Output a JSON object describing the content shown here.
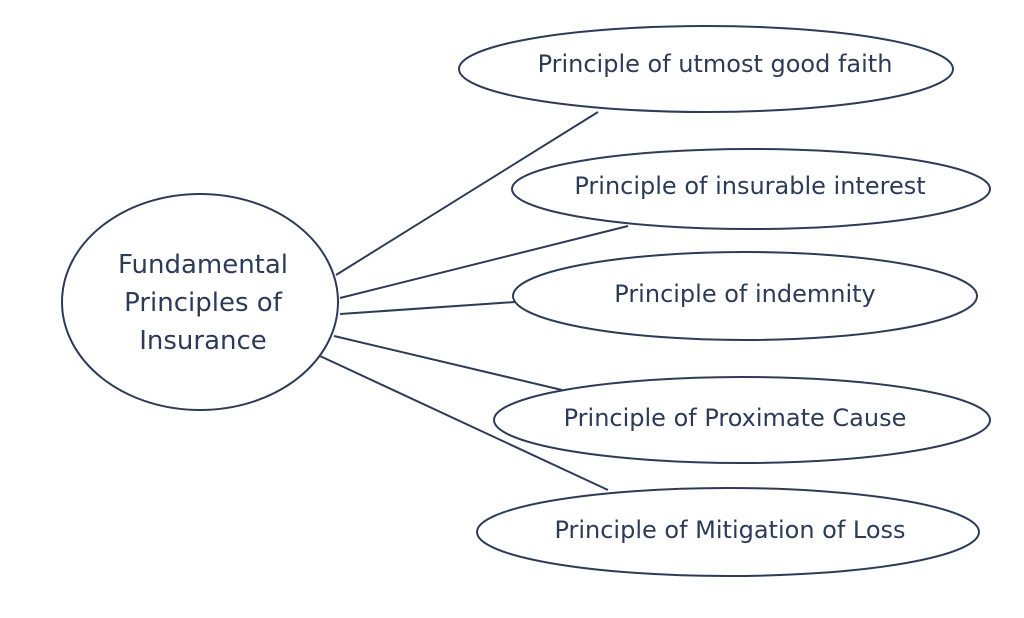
{
  "diagram": {
    "center": {
      "label": "Fundamental Principles of Insurance"
    },
    "branches": [
      {
        "label": "Principle of utmost good faith"
      },
      {
        "label": "Principle of insurable interest"
      },
      {
        "label": "Principle of indemnity"
      },
      {
        "label": "Principle of Proximate Cause"
      },
      {
        "label": "Principle of Mitigation of Loss"
      }
    ]
  },
  "colors": {
    "stroke": "#2e3b57",
    "text": "#2e3b57",
    "background": "#ffffff"
  }
}
